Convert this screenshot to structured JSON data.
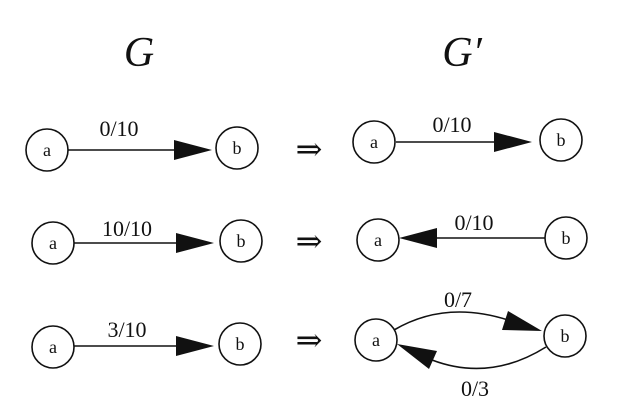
{
  "titles": {
    "left": "G",
    "right": "G′"
  },
  "implies_symbol": "⇒",
  "node_labels": {
    "a": "a",
    "b": "b"
  },
  "examples": [
    {
      "original_edge": "0/10",
      "residual_edges": [
        "0/10"
      ]
    },
    {
      "original_edge": "10/10",
      "residual_edges": [
        "0/10"
      ]
    },
    {
      "original_edge": "3/10",
      "residual_edges": [
        "0/7",
        "0/3"
      ]
    }
  ]
}
